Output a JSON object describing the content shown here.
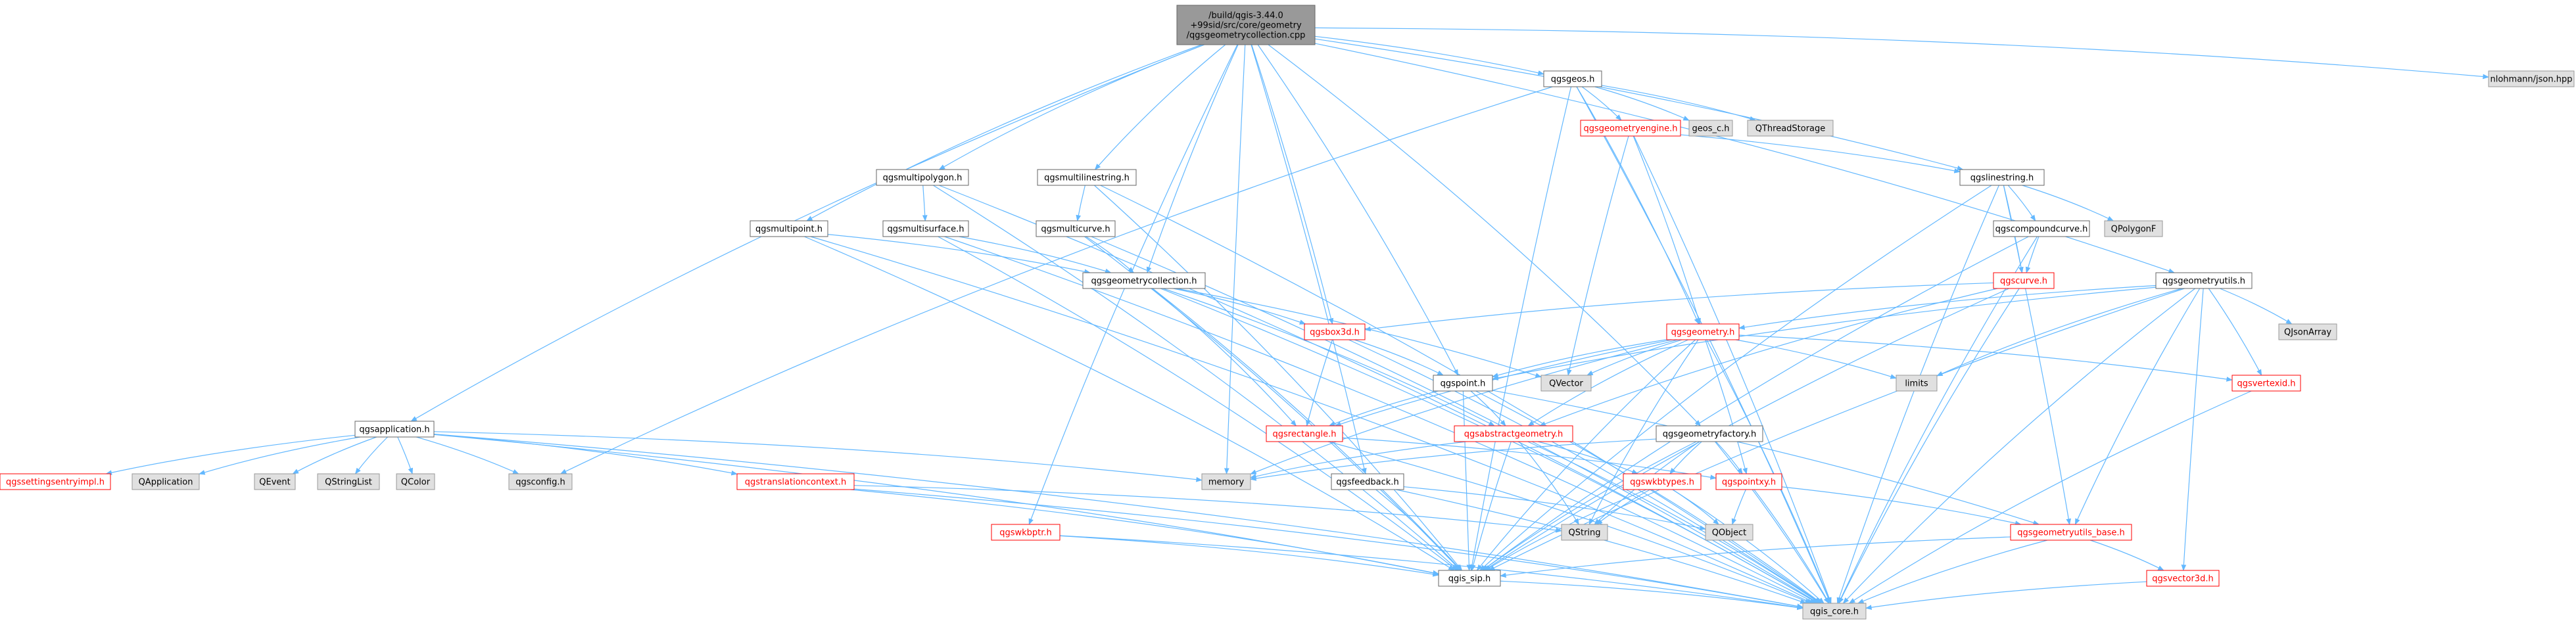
{
  "diagram": {
    "kind": "doxygen-include-graph",
    "colors": {
      "edge": "#63b8ff",
      "root_fill": "#999999",
      "root_border": "#666666",
      "node_fill": "#ffffff",
      "node_border": "#666666",
      "external_fill": "#e0e0e0",
      "external_border": "#999999",
      "text": "#000000",
      "truncated_border": "#ff0000",
      "truncated_text": "#ff0000"
    }
  },
  "nodes": [
    {
      "id": "root",
      "label": "/build/qgis-3.44.0\n+99sid/src/core/geometry\n/qgsgeometrycollection.cpp",
      "style": "root"
    },
    {
      "id": "qgsapplication",
      "label": "qgsapplication.h",
      "style": "normal"
    },
    {
      "id": "qgsmultipoint",
      "label": "qgsmultipoint.h",
      "style": "normal"
    },
    {
      "id": "qgsmultipolygon",
      "label": "qgsmultipolygon.h",
      "style": "normal"
    },
    {
      "id": "qgsmultisurface",
      "label": "qgsmultisurface.h",
      "style": "normal"
    },
    {
      "id": "qgsmultilinestring",
      "label": "qgsmultilinestring.h",
      "style": "normal"
    },
    {
      "id": "qgsmulticurve",
      "label": "qgsmulticurve.h",
      "style": "normal"
    },
    {
      "id": "qgsgeometrycollection",
      "label": "qgsgeometrycollection.h",
      "style": "normal"
    },
    {
      "id": "qgsgeos",
      "label": "qgsgeos.h",
      "style": "normal"
    },
    {
      "id": "qgsgeometryengine",
      "label": "qgsgeometryengine.h",
      "style": "truncated"
    },
    {
      "id": "geos_c",
      "label": "geos_c.h",
      "style": "external"
    },
    {
      "id": "qthreadstorage",
      "label": "QThreadStorage",
      "style": "external"
    },
    {
      "id": "nlohmann",
      "label": "nlohmann/json.hpp",
      "style": "external"
    },
    {
      "id": "qgslinestring",
      "label": "qgslinestring.h",
      "style": "normal"
    },
    {
      "id": "qpolygonf",
      "label": "QPolygonF",
      "style": "external"
    },
    {
      "id": "qgscompoundcurve",
      "label": "qgscompoundcurve.h",
      "style": "normal"
    },
    {
      "id": "qgscurve",
      "label": "qgscurve.h",
      "style": "truncated"
    },
    {
      "id": "qgsgeometryutils",
      "label": "qgsgeometryutils.h",
      "style": "normal"
    },
    {
      "id": "qjsonarray",
      "label": "QJsonArray",
      "style": "external"
    },
    {
      "id": "qgsbox3d",
      "label": "qgsbox3d.h",
      "style": "truncated"
    },
    {
      "id": "qgsgeometry",
      "label": "qgsgeometry.h",
      "style": "truncated"
    },
    {
      "id": "qgspoint",
      "label": "qgspoint.h",
      "style": "normal"
    },
    {
      "id": "qvector",
      "label": "QVector",
      "style": "external"
    },
    {
      "id": "limits",
      "label": "limits",
      "style": "external"
    },
    {
      "id": "qgsvertexid",
      "label": "qgsvertexid.h",
      "style": "truncated"
    },
    {
      "id": "qgsrectangle",
      "label": "qgsrectangle.h",
      "style": "truncated"
    },
    {
      "id": "qgsabstractgeometry",
      "label": "qgsabstractgeometry.h",
      "style": "truncated"
    },
    {
      "id": "qgsgeometryfactory",
      "label": "qgsgeometryfactory.h",
      "style": "normal"
    },
    {
      "id": "qgsfeedback",
      "label": "qgsfeedback.h",
      "style": "normal"
    },
    {
      "id": "memory",
      "label": "memory",
      "style": "external"
    },
    {
      "id": "qgswkbtypes",
      "label": "qgswkbtypes.h",
      "style": "truncated"
    },
    {
      "id": "qgspointxy",
      "label": "qgspointxy.h",
      "style": "truncated"
    },
    {
      "id": "qgsgeometryutils_base",
      "label": "qgsgeometryutils_base.h",
      "style": "truncated"
    },
    {
      "id": "qgsvector3d",
      "label": "qgsvector3d.h",
      "style": "truncated"
    },
    {
      "id": "qgssettingsentryimpl",
      "label": "qgssettingsentryimpl.h",
      "style": "truncated"
    },
    {
      "id": "qapplication",
      "label": "QApplication",
      "style": "external"
    },
    {
      "id": "qevent",
      "label": "QEvent",
      "style": "external"
    },
    {
      "id": "qstringlist",
      "label": "QStringList",
      "style": "external"
    },
    {
      "id": "qcolor",
      "label": "QColor",
      "style": "external"
    },
    {
      "id": "qgsconfig",
      "label": "qgsconfig.h",
      "style": "external"
    },
    {
      "id": "qgstranslationcontext",
      "label": "qgstranslationcontext.h",
      "style": "truncated"
    },
    {
      "id": "qgswkbptr",
      "label": "qgswkbptr.h",
      "style": "truncated"
    },
    {
      "id": "qstring",
      "label": "QString",
      "style": "external"
    },
    {
      "id": "qobject",
      "label": "QObject",
      "style": "external"
    },
    {
      "id": "qgis_sip",
      "label": "qgis_sip.h",
      "style": "normal"
    },
    {
      "id": "qgis_core",
      "label": "qgis_core.h",
      "style": "external"
    }
  ],
  "edges": [
    {
      "from": "root",
      "to": "qgsapplication"
    },
    {
      "from": "root",
      "to": "qgsmultipoint"
    },
    {
      "from": "root",
      "to": "qgsmultipolygon"
    },
    {
      "from": "root",
      "to": "qgsmultilinestring"
    },
    {
      "from": "root",
      "to": "qgsgeometrycollection"
    },
    {
      "from": "root",
      "to": "memory"
    },
    {
      "from": "root",
      "to": "qgsbox3d"
    },
    {
      "from": "root",
      "to": "qgsfeedback"
    },
    {
      "from": "root",
      "to": "qgspoint"
    },
    {
      "from": "root",
      "to": "qgsgeos"
    },
    {
      "from": "root",
      "to": "qgsgeometryfactory"
    },
    {
      "from": "root",
      "to": "qgslinestring"
    },
    {
      "from": "root",
      "to": "qgsgeometryutils"
    },
    {
      "from": "root",
      "to": "nlohmann"
    },
    {
      "from": "root",
      "to": "qgswkbptr"
    },
    {
      "from": "qgsapplication",
      "to": "qgssettingsentryimpl"
    },
    {
      "from": "qgsapplication",
      "to": "qapplication"
    },
    {
      "from": "qgsapplication",
      "to": "qevent"
    },
    {
      "from": "qgsapplication",
      "to": "qstringlist"
    },
    {
      "from": "qgsapplication",
      "to": "qcolor"
    },
    {
      "from": "qgsapplication",
      "to": "qgsconfig"
    },
    {
      "from": "qgsapplication",
      "to": "qgstranslationcontext"
    },
    {
      "from": "qgsapplication",
      "to": "memory"
    },
    {
      "from": "qgsapplication",
      "to": "qgis_sip"
    },
    {
      "from": "qgsapplication",
      "to": "qgis_core"
    },
    {
      "from": "qgsmultipoint",
      "to": "qgsgeometrycollection"
    },
    {
      "from": "qgsmultipoint",
      "to": "qgis_sip"
    },
    {
      "from": "qgsmultipoint",
      "to": "qgis_core"
    },
    {
      "from": "qgsmultipolygon",
      "to": "qgsmultisurface"
    },
    {
      "from": "qgsmultipolygon",
      "to": "qgis_sip"
    },
    {
      "from": "qgsmultipolygon",
      "to": "qgis_core"
    },
    {
      "from": "qgsmultisurface",
      "to": "qgsgeometrycollection"
    },
    {
      "from": "qgsmultisurface",
      "to": "qgis_sip"
    },
    {
      "from": "qgsmultisurface",
      "to": "qgis_core"
    },
    {
      "from": "qgsmultilinestring",
      "to": "qgsmulticurve"
    },
    {
      "from": "qgsmultilinestring",
      "to": "qgis_sip"
    },
    {
      "from": "qgsmultilinestring",
      "to": "qgis_core"
    },
    {
      "from": "qgsmulticurve",
      "to": "qgsgeometrycollection"
    },
    {
      "from": "qgsmulticurve",
      "to": "qgis_sip"
    },
    {
      "from": "qgsmulticurve",
      "to": "qgis_core"
    },
    {
      "from": "qgsgeometrycollection",
      "to": "qgsbox3d"
    },
    {
      "from": "qgsgeometrycollection",
      "to": "qvector"
    },
    {
      "from": "qgsgeometrycollection",
      "to": "qgsabstractgeometry"
    },
    {
      "from": "qgsgeometrycollection",
      "to": "qgsrectangle"
    },
    {
      "from": "qgsgeometrycollection",
      "to": "qgis_sip"
    },
    {
      "from": "qgsgeometrycollection",
      "to": "qgis_core"
    },
    {
      "from": "qgsgeos",
      "to": "qgsgeometryengine"
    },
    {
      "from": "qgsgeos",
      "to": "geos_c"
    },
    {
      "from": "qgsgeos",
      "to": "qthreadstorage"
    },
    {
      "from": "qgsgeos",
      "to": "qgsgeometry"
    },
    {
      "from": "qgsgeos",
      "to": "qgsconfig"
    },
    {
      "from": "qgsgeos",
      "to": "qgis_sip"
    },
    {
      "from": "qgsgeos",
      "to": "qgis_core"
    },
    {
      "from": "qgsgeometryengine",
      "to": "qgslinestring"
    },
    {
      "from": "qgsgeometryengine",
      "to": "qgsgeometry"
    },
    {
      "from": "qgsgeometryengine",
      "to": "qvector"
    },
    {
      "from": "qgsgeometryengine",
      "to": "qgis_core"
    },
    {
      "from": "qgslinestring",
      "to": "qpolygonf"
    },
    {
      "from": "qgslinestring",
      "to": "qgscompoundcurve"
    },
    {
      "from": "qgslinestring",
      "to": "qgscurve"
    },
    {
      "from": "qgslinestring",
      "to": "qgsgeometryutils_base"
    },
    {
      "from": "qgslinestring",
      "to": "qgis_sip"
    },
    {
      "from": "qgslinestring",
      "to": "qgis_core"
    },
    {
      "from": "qgscompoundcurve",
      "to": "qgscurve"
    },
    {
      "from": "qgscompoundcurve",
      "to": "qgis_sip"
    },
    {
      "from": "qgscompoundcurve",
      "to": "qgis_core"
    },
    {
      "from": "qgscurve",
      "to": "qgsbox3d"
    },
    {
      "from": "qgscurve",
      "to": "qgsabstractgeometry"
    },
    {
      "from": "qgscurve",
      "to": "qgis_sip"
    },
    {
      "from": "qgscurve",
      "to": "qgis_core"
    },
    {
      "from": "qgsgeometryutils",
      "to": "qjsonarray"
    },
    {
      "from": "qgsgeometryutils",
      "to": "qgsgeometry"
    },
    {
      "from": "qgsgeometryutils",
      "to": "qgspoint"
    },
    {
      "from": "qgsgeometryutils",
      "to": "limits"
    },
    {
      "from": "qgsgeometryutils",
      "to": "qgsvertexid"
    },
    {
      "from": "qgsgeometryutils",
      "to": "qgsgeometryutils_base"
    },
    {
      "from": "qgsgeometryutils",
      "to": "qgsvector3d"
    },
    {
      "from": "qgsgeometryutils",
      "to": "qgis_sip"
    },
    {
      "from": "qgsgeometryutils",
      "to": "qgis_core"
    },
    {
      "from": "qgsbox3d",
      "to": "qgspoint"
    },
    {
      "from": "qgsbox3d",
      "to": "qgsrectangle"
    },
    {
      "from": "qgsbox3d",
      "to": "qgis_core"
    },
    {
      "from": "qgsgeometry",
      "to": "qgspoint"
    },
    {
      "from": "qgsgeometry",
      "to": "qvector"
    },
    {
      "from": "qgsgeometry",
      "to": "limits"
    },
    {
      "from": "qgsgeometry",
      "to": "qgsvertexid"
    },
    {
      "from": "qgsgeometry",
      "to": "qgsabstractgeometry"
    },
    {
      "from": "qgsgeometry",
      "to": "qgsrectangle"
    },
    {
      "from": "qgsgeometry",
      "to": "qgspointxy"
    },
    {
      "from": "qgsgeometry",
      "to": "qstring"
    },
    {
      "from": "qgsgeometry",
      "to": "memory"
    },
    {
      "from": "qgsgeometry",
      "to": "qgis_sip"
    },
    {
      "from": "qgsgeometry",
      "to": "qgis_core"
    },
    {
      "from": "qgspoint",
      "to": "qgsabstractgeometry"
    },
    {
      "from": "qgspoint",
      "to": "qgsrectangle"
    },
    {
      "from": "qgspoint",
      "to": "qgsgeometryutils_base"
    },
    {
      "from": "qgspoint",
      "to": "qgis_sip"
    },
    {
      "from": "qgspoint",
      "to": "qgis_core"
    },
    {
      "from": "qgsvertexid",
      "to": "qgis_core"
    },
    {
      "from": "qgsrectangle",
      "to": "qgspointxy"
    },
    {
      "from": "qgsrectangle",
      "to": "qgis_core"
    },
    {
      "from": "qgsabstractgeometry",
      "to": "qgswkbtypes"
    },
    {
      "from": "qgsabstractgeometry",
      "to": "qstring"
    },
    {
      "from": "qgsabstractgeometry",
      "to": "memory"
    },
    {
      "from": "qgsabstractgeometry",
      "to": "qgis_sip"
    },
    {
      "from": "qgsabstractgeometry",
      "to": "qgis_core"
    },
    {
      "from": "qgsgeometryfactory",
      "to": "qgswkbtypes"
    },
    {
      "from": "qgsgeometryfactory",
      "to": "qgspointxy"
    },
    {
      "from": "qgsgeometryfactory",
      "to": "qstring"
    },
    {
      "from": "qgsgeometryfactory",
      "to": "memory"
    },
    {
      "from": "qgsgeometryfactory",
      "to": "qgis_sip"
    },
    {
      "from": "qgsgeometryfactory",
      "to": "qgis_core"
    },
    {
      "from": "qgsfeedback",
      "to": "qobject"
    },
    {
      "from": "qgsfeedback",
      "to": "qgis_sip"
    },
    {
      "from": "qgsfeedback",
      "to": "qgis_core"
    },
    {
      "from": "qgswkbtypes",
      "to": "qobject"
    },
    {
      "from": "qgswkbtypes",
      "to": "qstring"
    },
    {
      "from": "qgswkbtypes",
      "to": "qgis_sip"
    },
    {
      "from": "qgswkbtypes",
      "to": "qgis_core"
    },
    {
      "from": "qgspointxy",
      "to": "qobject"
    },
    {
      "from": "qgspointxy",
      "to": "qgsgeometryutils_base"
    },
    {
      "from": "qgspointxy",
      "to": "qgis_core"
    },
    {
      "from": "qgsgeometryutils_base",
      "to": "qgsvector3d"
    },
    {
      "from": "qgsgeometryutils_base",
      "to": "qgis_sip"
    },
    {
      "from": "qgsgeometryutils_base",
      "to": "qgis_core"
    },
    {
      "from": "qgsvector3d",
      "to": "qgis_core"
    },
    {
      "from": "qgstranslationcontext",
      "to": "qstring"
    },
    {
      "from": "qgstranslationcontext",
      "to": "qgis_sip"
    },
    {
      "from": "qgstranslationcontext",
      "to": "qgis_core"
    },
    {
      "from": "qgswkbptr",
      "to": "qgis_sip"
    },
    {
      "from": "qgswkbptr",
      "to": "qgis_core"
    },
    {
      "from": "qgis_sip",
      "to": "qgis_core"
    }
  ]
}
